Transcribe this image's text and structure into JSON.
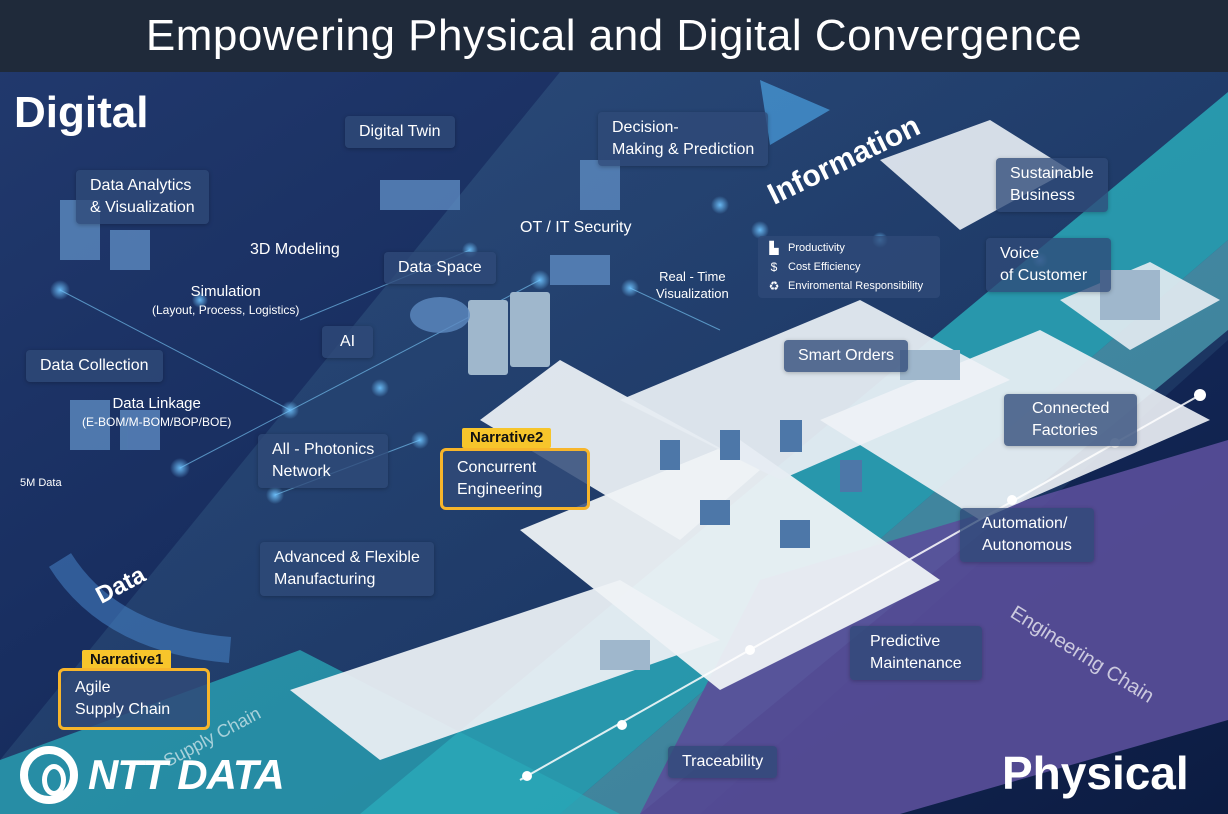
{
  "title": "Empowering Physical and Digital Convergence",
  "words": {
    "digital": "Digital",
    "physical": "Physical",
    "information": "Information",
    "data": "Data",
    "engineering_chain": "Engineering Chain",
    "supply_chain": "Supply Chain"
  },
  "labels": {
    "data_analytics": [
      "Data Analytics",
      "& Visualization"
    ],
    "digital_twin": "Digital Twin",
    "decision": [
      "Decision-",
      "Making & Prediction"
    ],
    "ot_it_security": "OT / IT Security",
    "modeling_3d": "3D Modeling",
    "data_space": "Data Space",
    "simulation": "Simulation",
    "simulation_sub": "(Layout, Process, Logistics)",
    "ai": "AI",
    "data_collection": "Data Collection",
    "data_linkage": "Data Linkage",
    "data_linkage_sub": "(E-BOM/M-BOM/BOP/BOE)",
    "five_m_data": "5M Data",
    "all_photonics": [
      "All - Photonics",
      "Network"
    ],
    "advanced_manufacturing": [
      "Advanced & Flexible",
      "Manufacturing"
    ],
    "real_time": [
      "Real - Time",
      "Visualization"
    ],
    "sustainable": [
      "Sustainable",
      "Business"
    ],
    "voice_customer": [
      "Voice",
      "of Customer"
    ],
    "smart_orders": "Smart Orders",
    "connected_factories": [
      "Connected",
      "Factories"
    ],
    "automation": [
      "Automation/",
      "Autonomous"
    ],
    "predictive": [
      "Predictive",
      "Maintenance"
    ],
    "traceability": "Traceability"
  },
  "kpis": [
    {
      "icon": "factory-icon",
      "label": "Productivity"
    },
    {
      "icon": "dollar-icon",
      "label": "Cost Efficiency"
    },
    {
      "icon": "recycle-icon",
      "label": "Enviromental Responsibility"
    }
  ],
  "narratives": {
    "n1_tag": "Narrative1",
    "n1_lines": [
      "Agile",
      "Supply Chain"
    ],
    "n2_tag": "Narrative2",
    "n2_lines": [
      "Concurrent",
      "Engineering"
    ]
  },
  "logo_text": "NTT DATA",
  "colors": {
    "background": "#0b1a3a",
    "teal": "#2aa8b8",
    "purple": "#5a4f9a",
    "highlight": "#f7b52b"
  }
}
